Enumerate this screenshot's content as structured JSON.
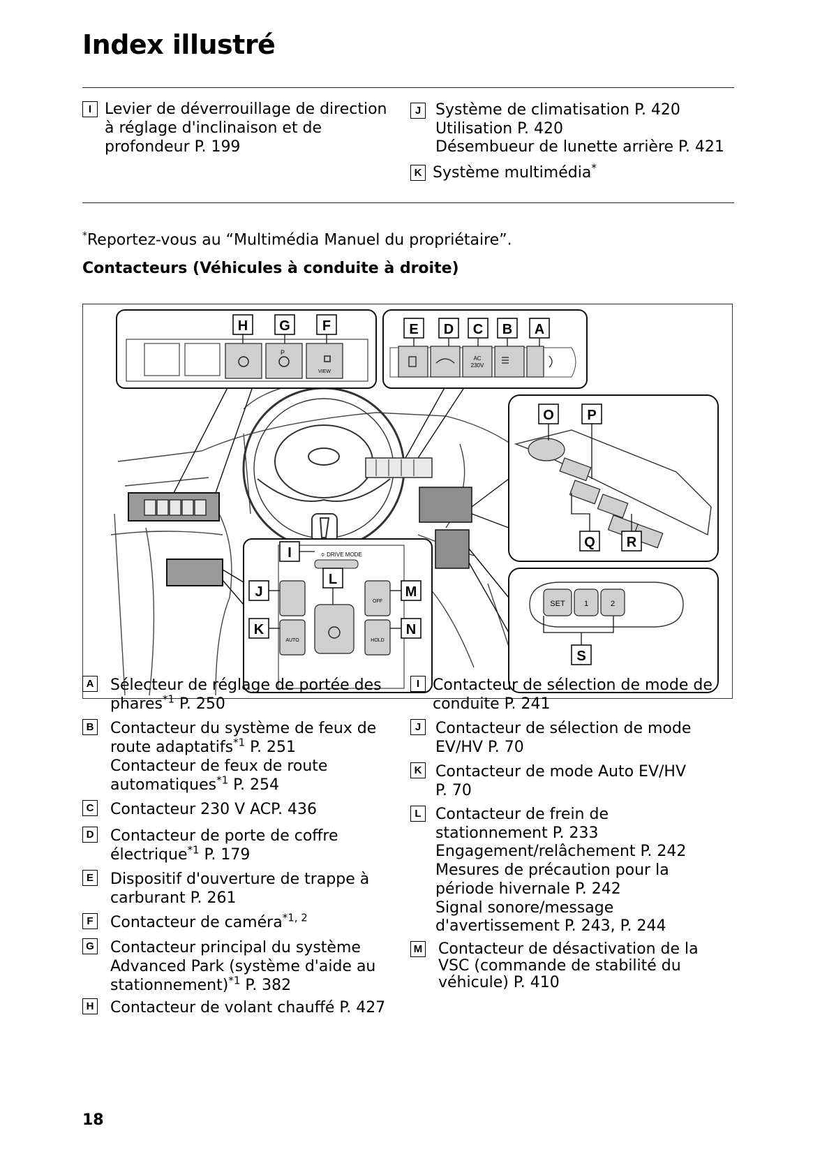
{
  "title": "Index illustré",
  "top_left": [
    {
      "letter": "I",
      "lines": "Levier de déverrouillage de direction\nà réglage d'inclinaison et de\nprofondeur P. 199"
    }
  ],
  "top_right": [
    {
      "letter": "J",
      "lines": "Système de climatisation P. 420\nUtilisation P. 420\nDésembueur de lunette arrière P. 421"
    },
    {
      "letter": "K",
      "lines": "Système multimédia",
      "sup": "*"
    }
  ],
  "footnote": {
    "mark": "*",
    "text": "Reportez-vous au “Multimédia Manuel du propriétaire”."
  },
  "subheading": "Contacteurs (Véhicules à conduite à droite)",
  "figure": {
    "callouts": [
      "H",
      "G",
      "F",
      "E",
      "D",
      "C",
      "B",
      "A",
      "O",
      "P",
      "Q",
      "R",
      "I",
      "J",
      "K",
      "L",
      "M",
      "N",
      "S"
    ],
    "switch_texts": {
      "view": "VIEW",
      "ac": "AC",
      "v230": "230V",
      "drive_mode": "≑ DRIVE MODE",
      "auto": "AUTO",
      "off": "OFF",
      "hold": "HOLD",
      "set": "SET",
      "m1": "1",
      "m2": "2",
      "p": "P"
    }
  },
  "left_col": [
    {
      "letter": "A",
      "html": [
        "Sélecteur de réglage de portée des",
        "phares",
        "*1",
        " P. 250"
      ]
    },
    {
      "letter": "B",
      "html": [
        "Contacteur du système de feux de",
        "route adaptatifs",
        "*1",
        " P. 251"
      ],
      "extra": [
        "Contacteur de feux de route",
        "automatiques",
        "*1",
        " P. 254"
      ]
    },
    {
      "letter": "C",
      "text": "Contacteur 230 V ACP. 436"
    },
    {
      "letter": "D",
      "html": [
        "Contacteur de porte de coffre",
        "électrique",
        "*1",
        " P. 179"
      ]
    },
    {
      "letter": "E",
      "text": "Dispositif d'ouverture de trappe à\ncarburant P. 261"
    },
    {
      "letter": "F",
      "text_sup": [
        "Contacteur de caméra",
        "*1, 2"
      ]
    },
    {
      "letter": "G",
      "html": [
        "Contacteur principal du système\nAdvanced Park (système d'aide au",
        "stationnement)",
        "*1",
        " P. 382"
      ]
    },
    {
      "letter": "H",
      "text": "Contacteur de volant chauffé P. 427"
    }
  ],
  "right_col": [
    {
      "letter": "I",
      "text": "Contacteur de sélection de mode de\nconduite P. 241"
    },
    {
      "letter": "J",
      "text": "Contacteur de sélection de mode\nEV/HV P. 70"
    },
    {
      "letter": "K",
      "text": "Contacteur de mode Auto EV/HV\nP. 70"
    },
    {
      "letter": "L",
      "text": "Contacteur de frein de\nstationnement P. 233\nEngagement/relâchement P. 242\nMesures de précaution pour la\npériode hivernale P. 242\nSignal sonore/message\nd'avertissement P. 243, P. 244"
    },
    {
      "letter": "M",
      "text": "Contacteur de désactivation de la\nVSC (commande de stabilité du\nvéhicule) P. 410"
    }
  ],
  "page_number": "18"
}
